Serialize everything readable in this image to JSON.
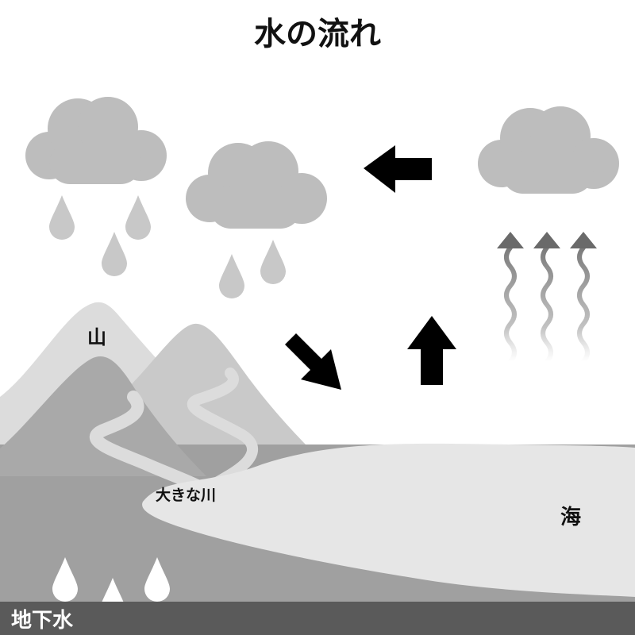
{
  "title": "水の流れ",
  "labels": {
    "mountain": "山",
    "river": "大きな川",
    "sea": "海",
    "groundwater": "地下水"
  },
  "colors": {
    "background": "#ffffff",
    "cloud": "#bdbdbd",
    "drop": "#c8c8c8",
    "arrow": "#000000",
    "steam_head": "#6a6a6a",
    "mountain_far_left": "#dcdcdc",
    "mountain_far_right": "#c9c9c9",
    "mountain_front": "#a9a9a9",
    "land": "#a0a0a0",
    "river": "#dcdcdc",
    "sea": "#e6e6e6",
    "groundwater_bar": "#5a5a5a"
  },
  "icons": [
    "cloud-icon",
    "raindrop-icon",
    "arrow-left-icon",
    "arrow-down-right-icon",
    "arrow-up-icon",
    "steam-arrow-icon"
  ]
}
